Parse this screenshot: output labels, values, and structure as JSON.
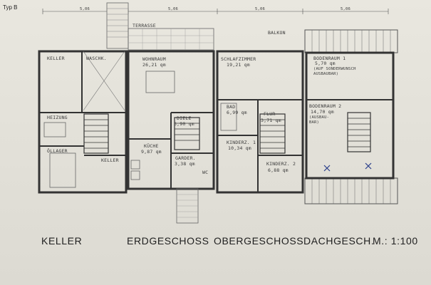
{
  "header": {
    "type_label": "Typ B"
  },
  "dimensions": [
    "5,06",
    "5,06",
    "5,06",
    "5,06"
  ],
  "plans": {
    "keller": {
      "rooms": {
        "keller": "KELLER",
        "wasch": "WASCHK.",
        "heizung": "HEIZUNG",
        "oellager": "ÖLLAGER",
        "keller2": "KELLER"
      }
    },
    "erdgeschoss": {
      "terrasse": "TERRASSE",
      "rooms": {
        "wohnraum_name": "WOHNRAUM",
        "wohnraum_area": "26,21 qm",
        "diele_name": "DIELE",
        "diele_area": "3,90 qm",
        "kueche_name": "KÜCHE",
        "kueche_area": "9,87 qm",
        "garder_name": "GARDER.",
        "garder_area": "3,38 qm",
        "wc": "WC"
      }
    },
    "obergeschoss": {
      "balkon": "BALKON",
      "rooms": {
        "schlaf_name": "SCHLAFZIMMER",
        "schlaf_area": "19,21 qm",
        "bad_name": "BAD",
        "bad_area": "6,99 qm",
        "flur_name": "FLUR",
        "flur_area": "3,71 qm",
        "kind1_name": "KINDERZ. 1",
        "kind1_area": "10,34 qm",
        "kind2_name": "KINDERZ. 2",
        "kind2_area": "6,88 qm"
      }
    },
    "dachgeschoss": {
      "rooms": {
        "boden1_name": "BODENRAUM 1",
        "boden1_area": "5,70 qm",
        "boden1_note1": "(AUF SONDERWUNSCH",
        "boden1_note2": "AUSBAUBAR)",
        "boden2_name": "BODENRAUM 2",
        "boden2_area": "14,70 qm",
        "boden2_note1": "(AUSBAU-",
        "boden2_note2": "BAR)"
      }
    }
  },
  "captions": {
    "keller": "KELLER",
    "erdgeschoss": "ERDGESCHOSS",
    "obergeschoss": "OBERGESCHOSS",
    "dachgeschoss": "DACHGESCH.",
    "scale": "M.: 1:100"
  }
}
